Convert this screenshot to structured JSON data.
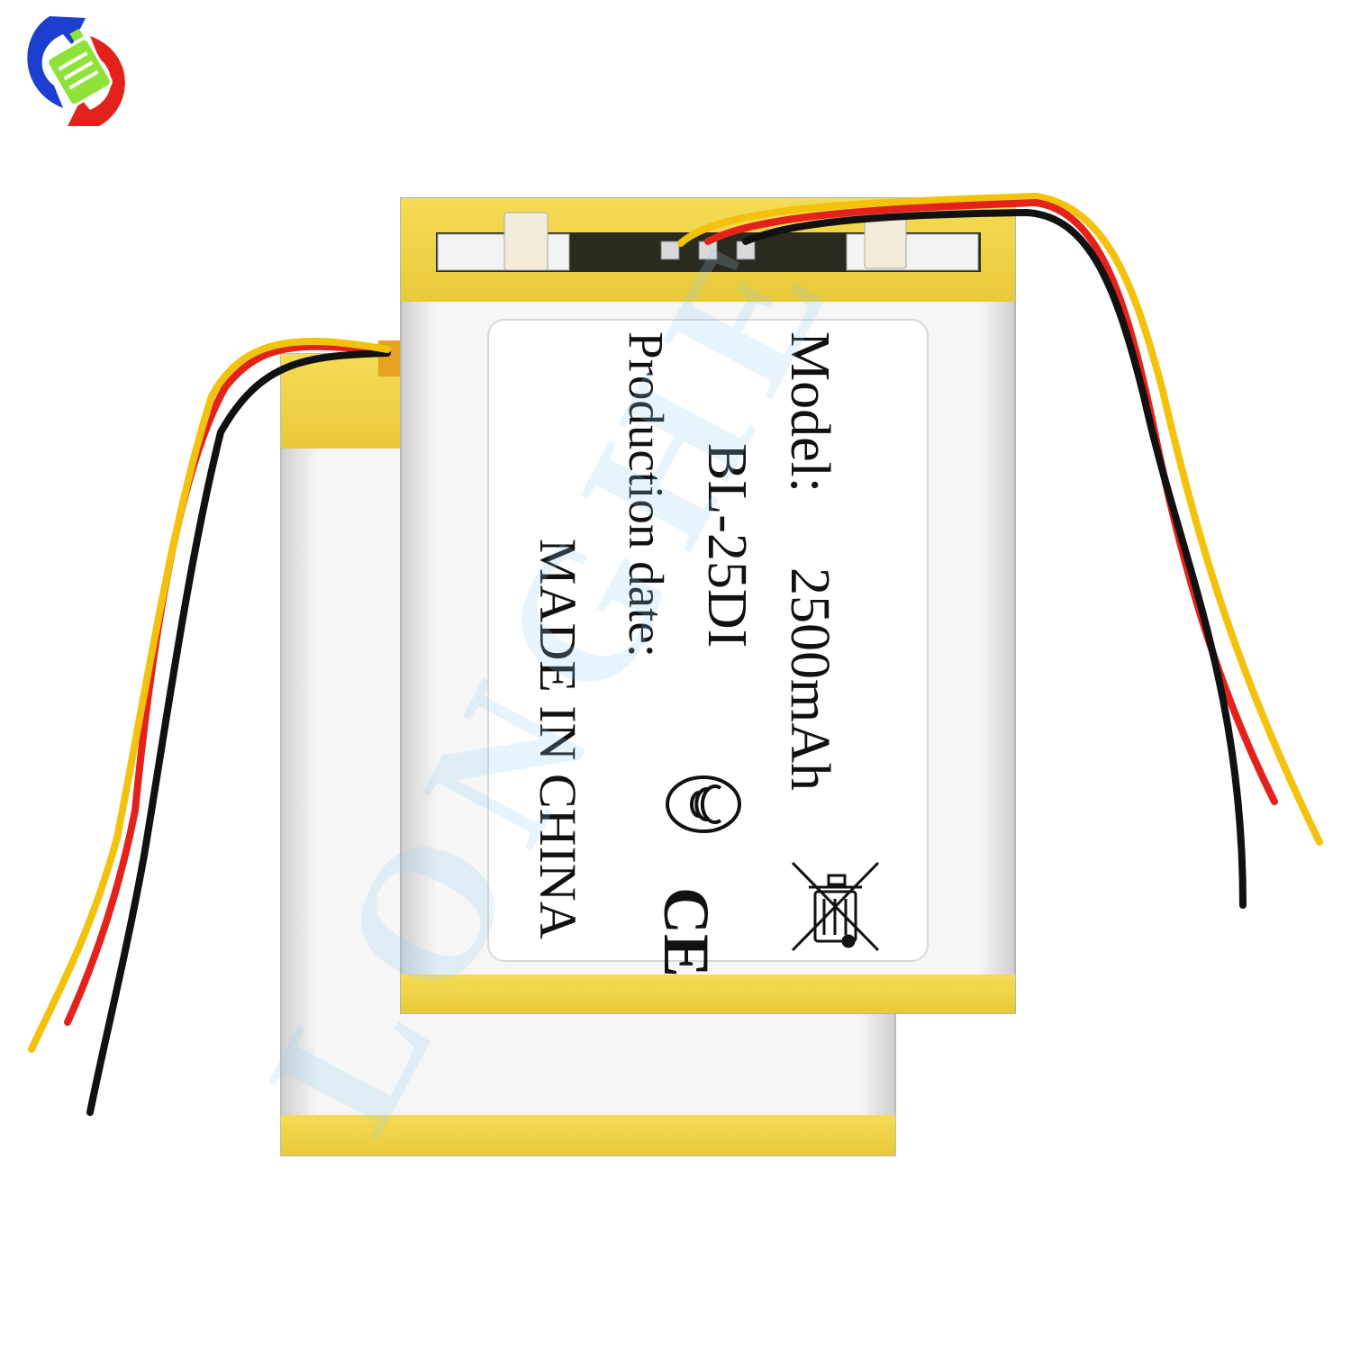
{
  "label": {
    "model_heading": "Model:",
    "capacity": "2500mAh",
    "model_number": "BL-25DI",
    "production_date": "Production date:",
    "origin": "MADE IN CHINA",
    "ccc_mark": "CCC",
    "ce_mark": "CE"
  },
  "watermark": "LONGHE",
  "icons": {
    "logo": "battery-swirl-logo-icon",
    "recycle": "crossed-out-bin-icon"
  },
  "colors": {
    "tape_yellow": "#f1d64a",
    "cell_silver": "#ececec",
    "wire_red": "#e3231b",
    "wire_black": "#111111",
    "wire_yellow": "#f2c20d",
    "logo_blue": "#1d3fcf",
    "logo_red": "#e3231b",
    "logo_green": "#8ee23a"
  }
}
